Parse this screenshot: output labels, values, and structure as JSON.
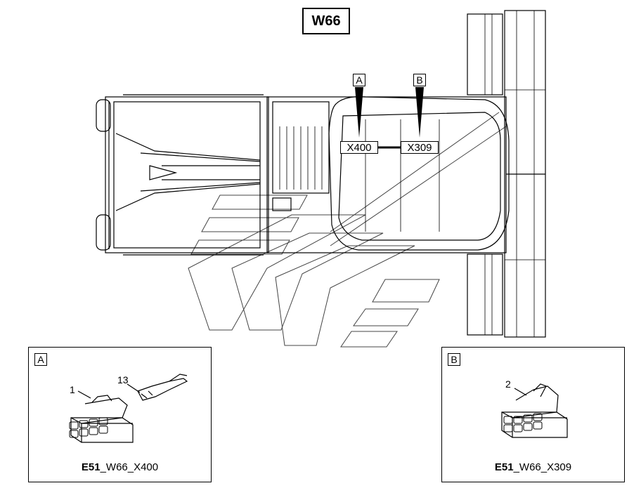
{
  "title": "W66",
  "markers": {
    "a": "A",
    "b": "B"
  },
  "connectors": {
    "left": "X400",
    "right": "X309"
  },
  "detail_a": {
    "tag": "A",
    "callouts": [
      "1",
      "13"
    ],
    "caption_bold": "E51",
    "caption_rest": "_W66_X400"
  },
  "detail_b": {
    "tag": "B",
    "callouts": [
      "2"
    ],
    "caption_bold": "E51",
    "caption_rest": "_W66_X309"
  }
}
